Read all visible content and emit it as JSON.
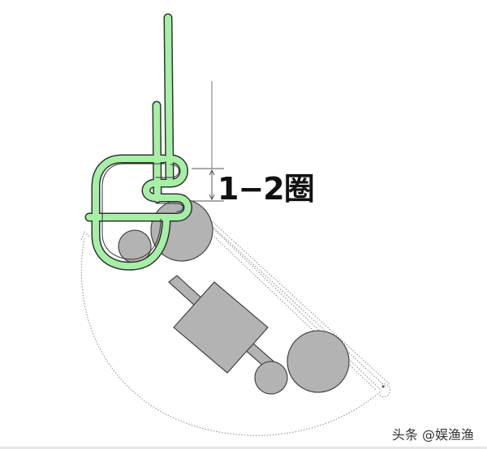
{
  "diagram": {
    "title": "Fishing knot tying diagram",
    "annotation": {
      "turns_label": "1−2圈"
    },
    "components": {
      "line": {
        "label": "fishing-line",
        "fill": "#a6f0a6",
        "stroke": "#333333"
      },
      "swivel": {
        "label": "barrel-swivel",
        "fill": "#b3b3b3",
        "stroke": "#444444"
      },
      "rotation_guide": {
        "label": "dotted-rotation-arc",
        "stroke": "#888888"
      },
      "dimension_marker": {
        "label": "dimension-lines",
        "stroke": "#555555"
      }
    },
    "colors": {
      "line_green": "#a6f0a6",
      "swivel_gray": "#b3b3b3",
      "outline": "#333333",
      "background": "#ffffff"
    }
  },
  "footer": {
    "watermark": "头条 @娱渔渔"
  }
}
